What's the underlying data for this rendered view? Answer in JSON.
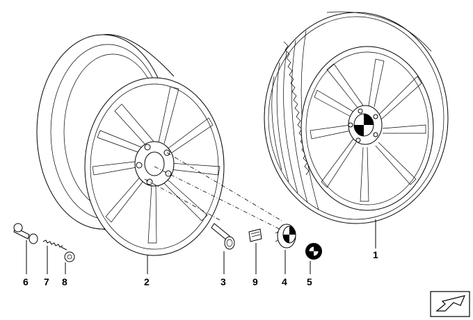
{
  "callouts": [
    {
      "id": "1",
      "label": "1"
    },
    {
      "id": "2",
      "label": "2"
    },
    {
      "id": "3",
      "label": "3"
    },
    {
      "id": "4",
      "label": "4"
    },
    {
      "id": "5",
      "label": "5"
    },
    {
      "id": "6",
      "label": "6"
    },
    {
      "id": "7",
      "label": "7"
    },
    {
      "id": "8",
      "label": "8"
    },
    {
      "id": "9",
      "label": "9"
    }
  ],
  "icons": {
    "nav": "arrow-icon",
    "emblem": "bmw-roundel-icon"
  }
}
